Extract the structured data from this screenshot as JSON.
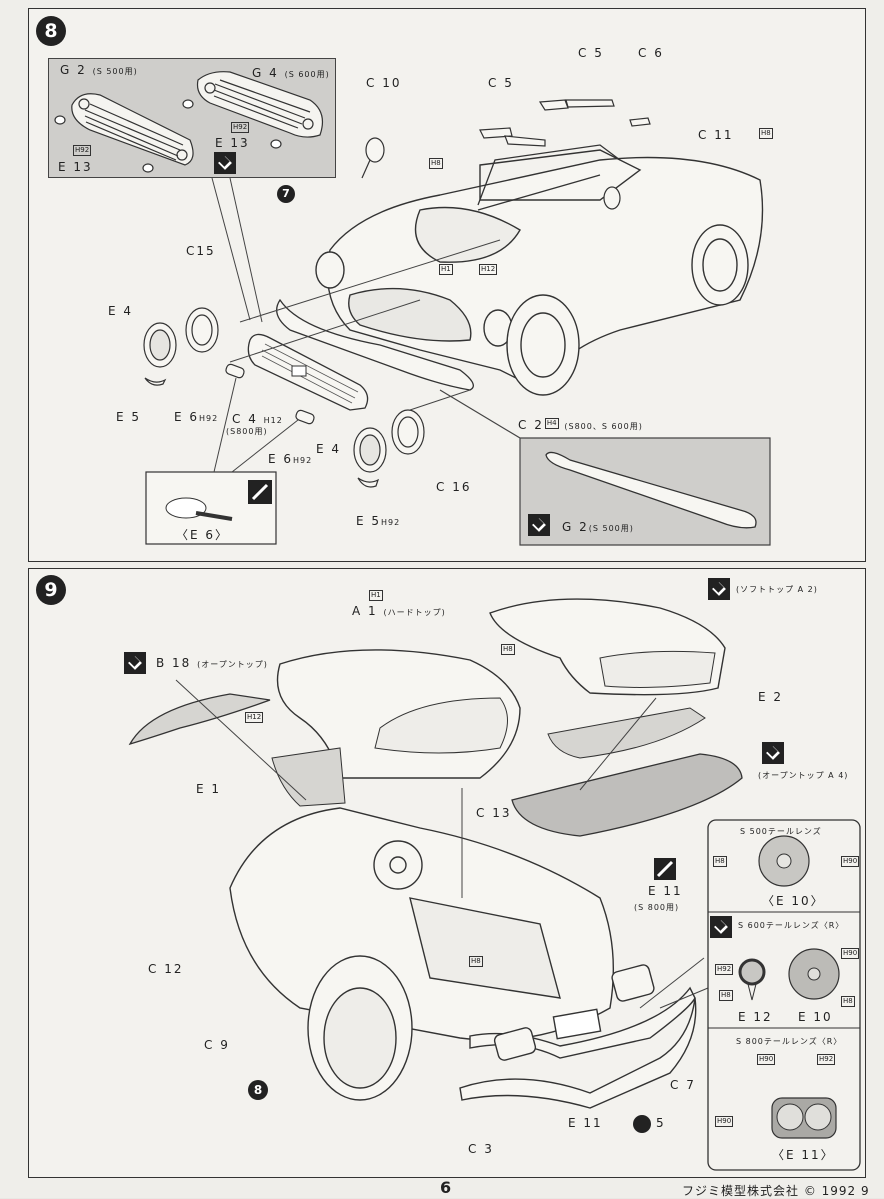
{
  "page": {
    "number": "6",
    "publisher": "フジミ模型株式会社 ©  1992 9"
  },
  "step8": {
    "num": "8",
    "inset_top": {
      "g2": "G 2",
      "g2_note": "(S 500用)",
      "g4": "G 4",
      "g4_note": "(S 600用)",
      "e13a": "E 13",
      "e13b": "E 13",
      "h92": "H92",
      "h92b": "H92"
    },
    "labels": {
      "c10": "C 10",
      "c5a": "C 5",
      "c5b": "C 5",
      "c6": "C 6",
      "c11": "C 11",
      "h8a": "H8",
      "h8b": "H8",
      "h1": "H1",
      "h12": "H12",
      "seven": "7",
      "c15": "C15",
      "e4a": "E 4",
      "e5a": "E 5",
      "e6a": "E 6",
      "h92a": "H92",
      "c4": "C 4",
      "h12b": "H12",
      "s800": "(S800用)",
      "e6b": "E 6",
      "h92c": "H92",
      "e4b": "E 4",
      "c16": "C 16",
      "e5b": "E 5",
      "h92d": "H92",
      "c2": "C 2",
      "h4": "H4",
      "c2note": "(S800、S 600用)"
    },
    "inset_e6": {
      "label": "〈E 6〉"
    },
    "inset_g2": {
      "label": "G 2",
      "note": "(S 500用)"
    }
  },
  "step9": {
    "num": "9",
    "labels": {
      "h1": "H1",
      "a1": "A 1",
      "a1note": "(ハードトップ)",
      "softtop": "(ソフトトップ A 2)",
      "h8a": "H8",
      "b18": "B 18",
      "b18note": "(オープントップ)",
      "h12": "H12",
      "e2": "E 2",
      "opentop": "(オープントップ A 4)",
      "e1": "E 1",
      "c13": "C 13",
      "e11": "E 11",
      "e11note": "(S 800用)",
      "h8b": "H8",
      "c12": "C 12",
      "c9": "C 9",
      "eight": "8",
      "c7": "C 7",
      "c3": "C 3",
      "e11b": "E 11",
      "five": "5"
    },
    "tail": {
      "s500_title": "S 500テールレンズ",
      "s500_h8": "H8",
      "s500_h90": "H90",
      "s500_part": "〈E 10〉",
      "s600_title": "S 600テールレンズ〈R〉",
      "s600_h92": "H92",
      "s600_h8": "H8",
      "s600_h90": "H90",
      "s600_h8b": "H8",
      "s600_e12": "E 12",
      "s600_e10": "E 10",
      "s800_title": "S 800テールレンズ〈R〉",
      "s800_h90a": "H90",
      "s800_h92": "H92",
      "s800_h90b": "H90",
      "s800_part": "〈E 11〉"
    }
  }
}
